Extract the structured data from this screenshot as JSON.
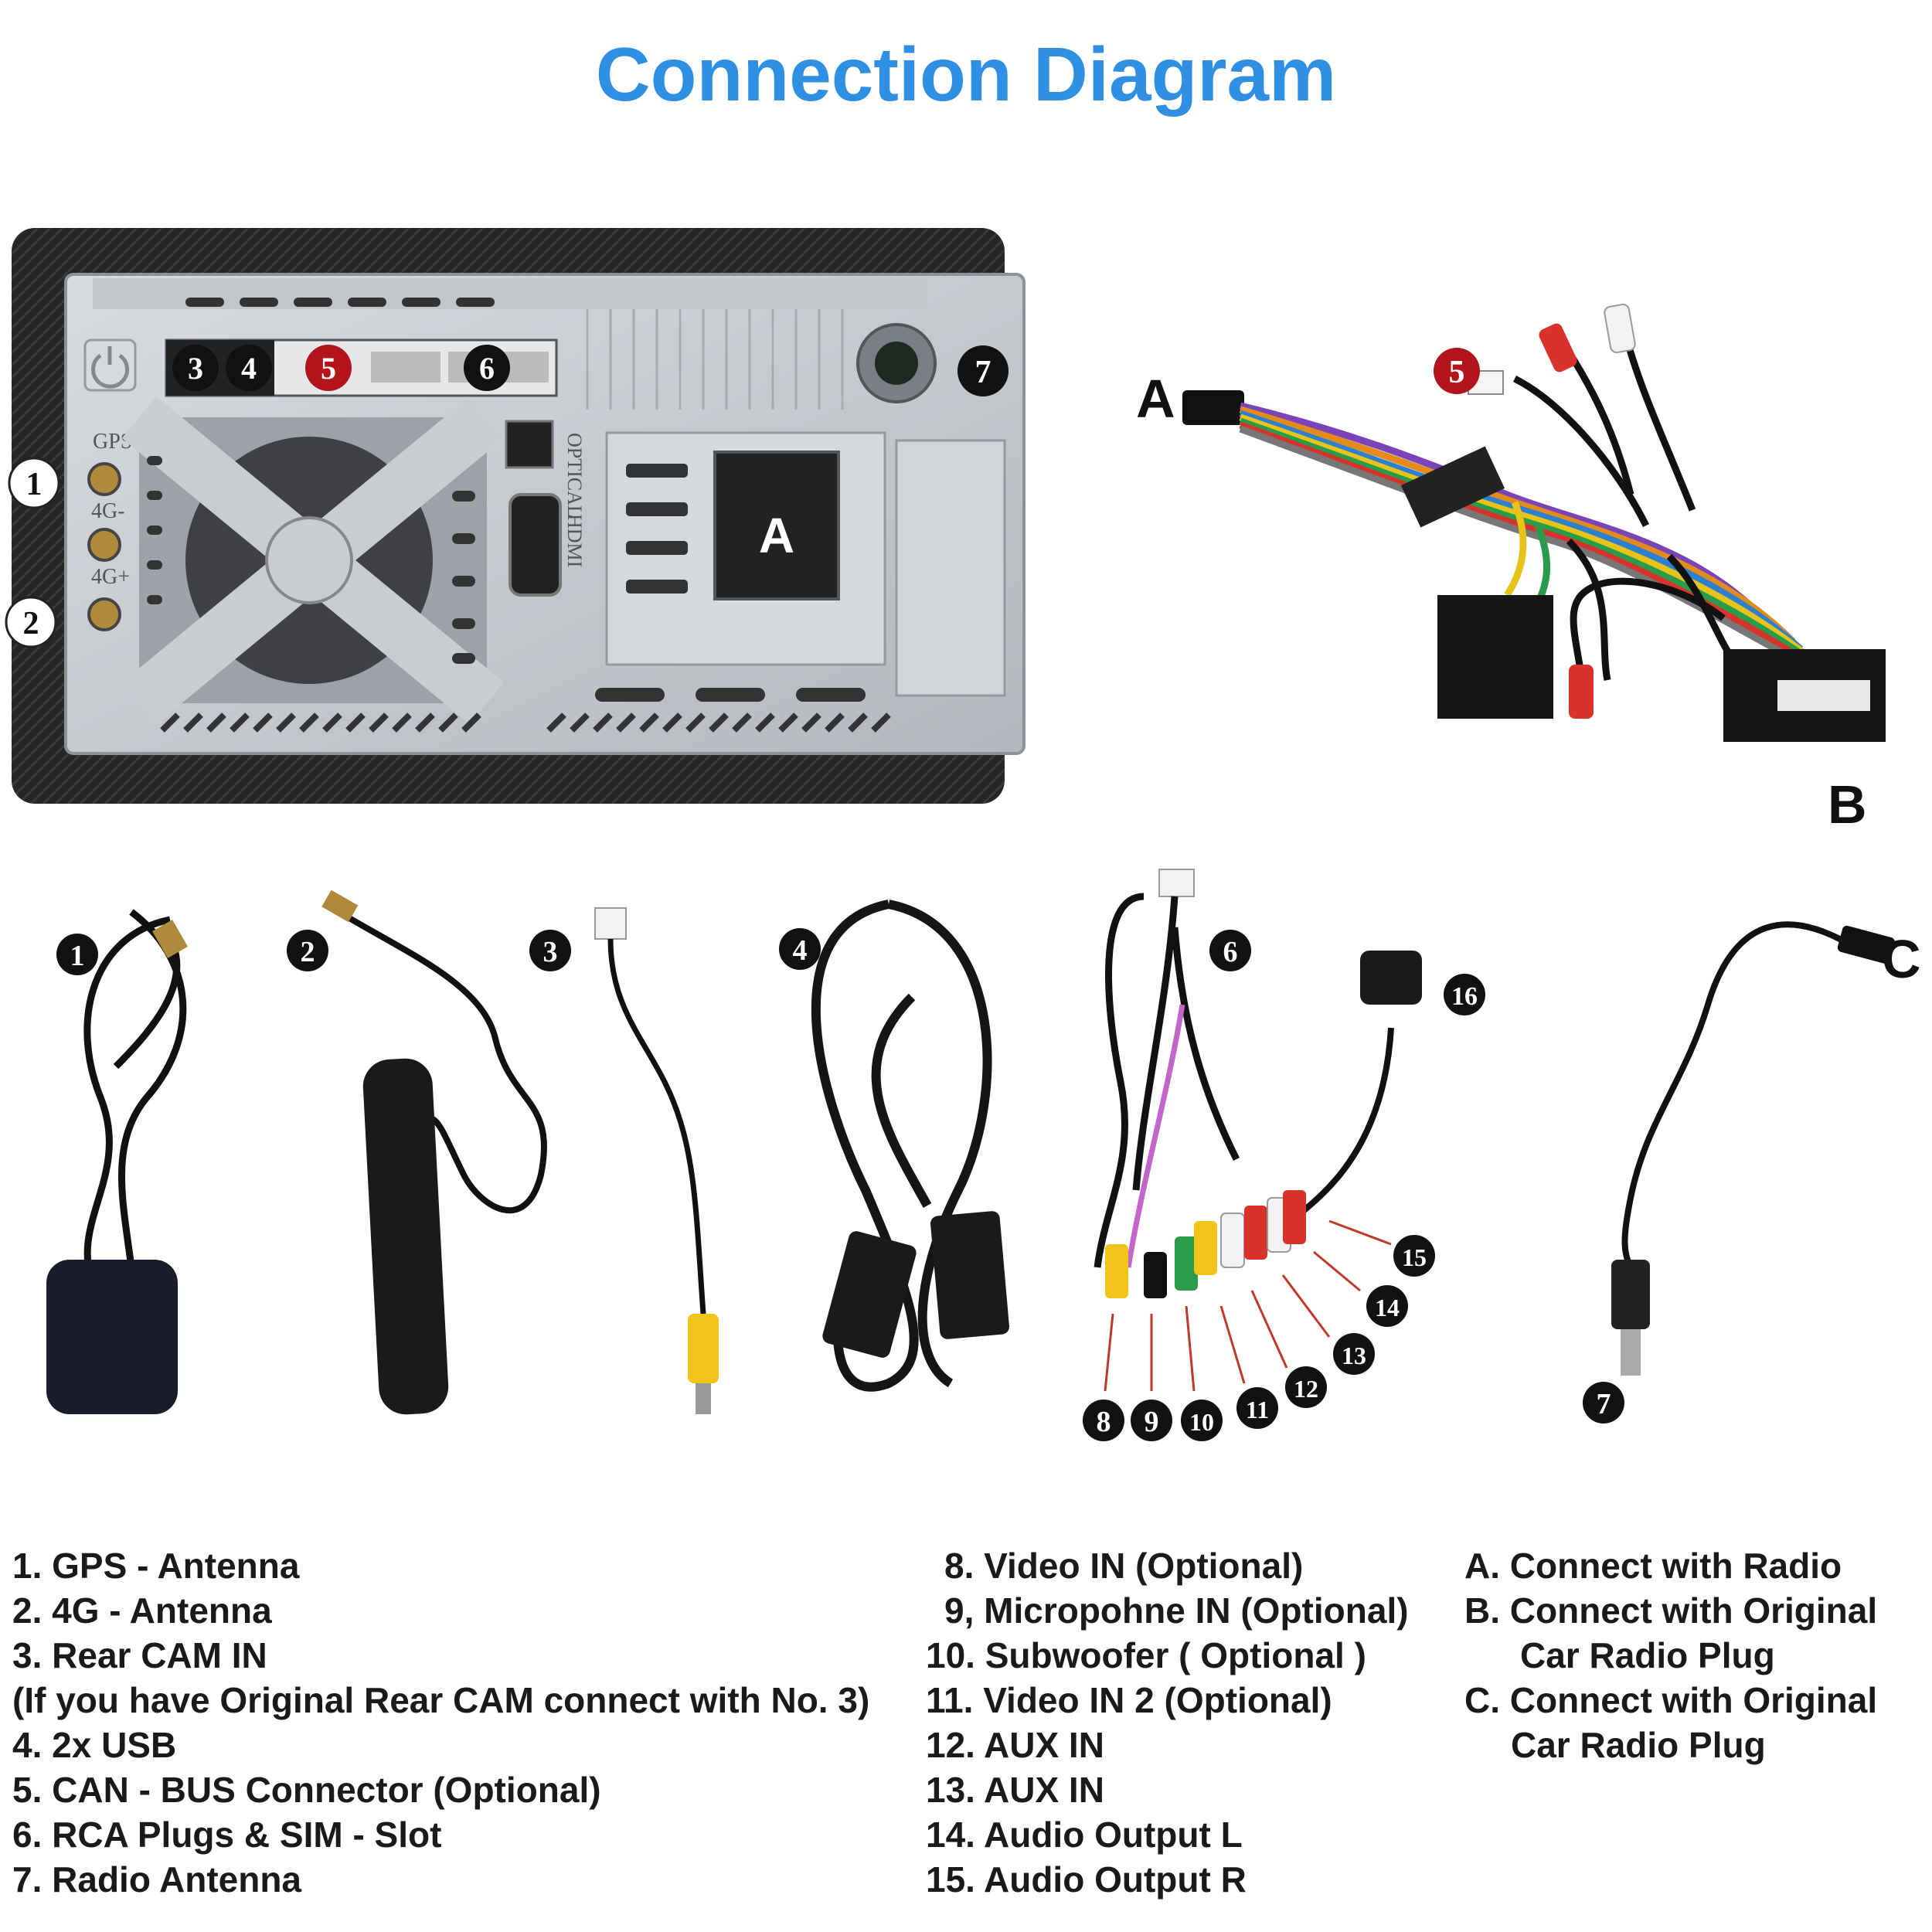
{
  "title": "Connection Diagram",
  "panel": {
    "port_labels": {
      "gps": "GPS",
      "g4minus": "4G-",
      "g4plus": "4G+",
      "optical": "OPTICAL",
      "hdmi": "HDMI"
    },
    "big_letter": "A"
  },
  "harness_letters": {
    "a": "A",
    "b": "B",
    "c": "C"
  },
  "badges": [
    "1",
    "2",
    "3",
    "4",
    "5",
    "6",
    "7",
    "8",
    "9",
    "10",
    "11",
    "12",
    "13",
    "14",
    "15",
    "16"
  ],
  "legend": {
    "col1": [
      "1. GPS - Antenna",
      "2. 4G - Antenna",
      "3. Rear CAM IN",
      "(If you have Original Rear CAM connect with No. 3)",
      "4. 2x USB",
      "5. CAN  - BUS Connector (Optional)",
      "6. RCA Plugs & SIM - Slot",
      "7. Radio Antenna"
    ],
    "col2": [
      "8. Video IN (Optional)",
      "9, Micropohne IN (Optional)",
      "10. Subwoofer ( Optional )",
      "11. Video IN 2 (Optional)",
      "12. AUX IN",
      "13. AUX IN",
      "14. Audio Output L",
      "15. Audio Output R"
    ],
    "col3": [
      "A. Connect with Radio",
      "B. Connect with Original",
      "Car Radio Plug",
      "C. Connect with Original",
      "Car Radio Plug"
    ]
  },
  "colors": {
    "title": "#2f8fe3",
    "badge_dark": "#111111",
    "badge_red": "#b3141b",
    "panel_metal": "#c9ccd1",
    "frame": "#2b2b2b"
  }
}
